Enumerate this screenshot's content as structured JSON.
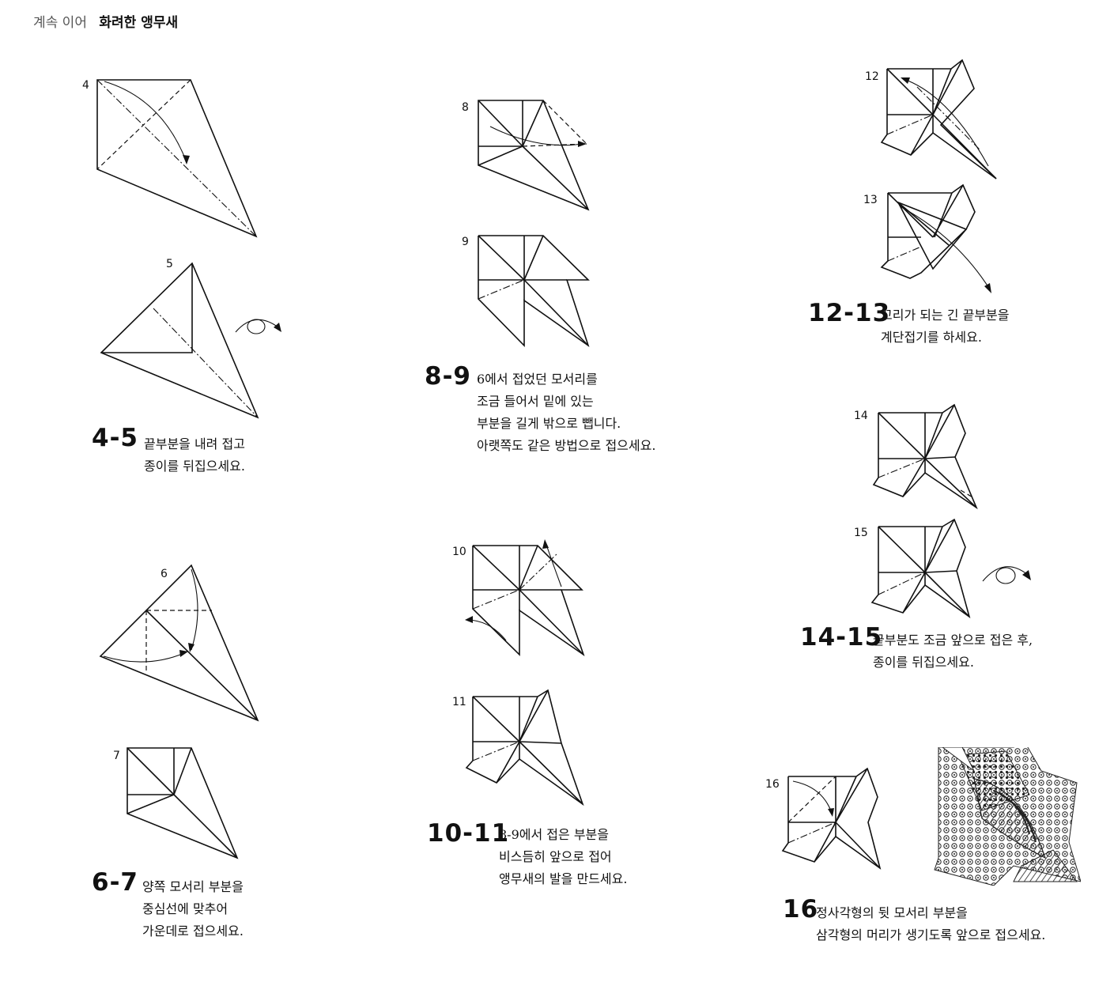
{
  "header": {
    "section": "계속 이어",
    "title": "화려한 앵무새"
  },
  "steps": {
    "s4": "4",
    "s5": "5",
    "s6": "6",
    "s7": "7",
    "s8": "8",
    "s9": "9",
    "s10": "10",
    "s11": "11",
    "s12": "12",
    "s13": "13",
    "s14": "14",
    "s15": "15",
    "s16": "16"
  },
  "captions": {
    "c45": {
      "num": "4-5",
      "lines": [
        "끝부분을 내려 접고",
        "종이를 뒤집으세요."
      ]
    },
    "c67": {
      "num": "6-7",
      "lines": [
        "양쪽 모서리 부분을",
        "중심선에 맞추어",
        "가운데로 접으세요."
      ]
    },
    "c89": {
      "num": "8-9",
      "lines": [
        "6에서 접었던 모서리를",
        "조금 들어서 밑에 있는",
        "부분을 길게 밖으로 뺍니다.",
        "아랫쪽도 같은 방법으로 접으세요."
      ]
    },
    "c1011": {
      "num": "10-11",
      "lines": [
        "8-9에서 접은 부분을",
        "비스듬히 앞으로 접어",
        "앵무새의 발을 만드세요."
      ]
    },
    "c1213": {
      "num": "12-13",
      "lines": [
        "꼬리가 되는 긴 끝부분을",
        "계단접기를 하세요."
      ]
    },
    "c1415": {
      "num": "14-15",
      "lines": [
        "끝부분도 조금 앞으로 접은 후,",
        "종이를 뒤집으세요."
      ]
    },
    "c16": {
      "num": "16",
      "lines": [
        "정사각형의 뒷 모서리 부분을",
        "삼각형의 머리가 생기도록 앞으로 접으세요."
      ]
    }
  }
}
